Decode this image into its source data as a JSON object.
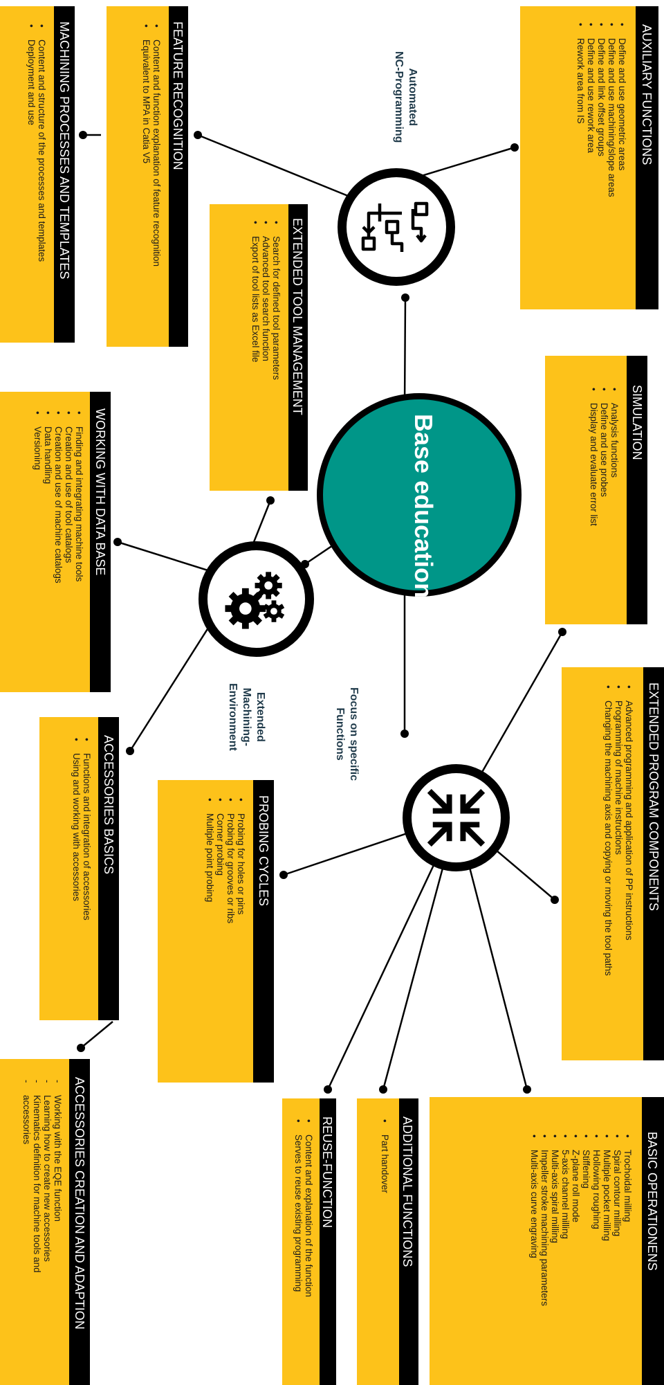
{
  "center": {
    "label": "Base education"
  },
  "hubs": {
    "automated": {
      "label_line1": "Automated",
      "label_line2": "NC-Programming",
      "icon": "flowchart-icon"
    },
    "extended_env": {
      "label_line1": "Extended",
      "label_line2": "Machining-",
      "label_line3": "Environment",
      "icon": "gears-icon"
    },
    "focus": {
      "label_line1": "Focus on specific",
      "label_line2": "Functions",
      "icon": "arrows-inward-icon"
    }
  },
  "boxes": {
    "auxiliary": {
      "title": "AUXILIARY FUNCTIONS",
      "items": [
        "Define and use geometric areas",
        "Define and use machining/slope areas",
        "Define and link offset groups",
        "Define and use rework area",
        "Rework area from IS"
      ]
    },
    "simulation": {
      "title": "SIMULATION",
      "items": [
        "Analysis functions",
        "Define and use probes",
        "Display and evaluate error list"
      ]
    },
    "ext_program": {
      "title": "EXTENDED PROGRAM COMPONENTS",
      "items": [
        "Advanced programming and application of PP instructions",
        "Programming of machine instructions",
        "Changing the machining axis and copying or moving the tool paths"
      ]
    },
    "basic_ops": {
      "title": "BASIC OPERATIONENS",
      "items": [
        "Trochoidal milling",
        "Spiral contour milling",
        "Multiple pocket milling",
        "Hollowing roughing",
        "Stiffening",
        "Z-plane roll mode",
        "5-axis channel milling",
        "Multi-axis spiral milling",
        "Impeller stroke machining parameters",
        "Multi-axis curve engraving"
      ]
    },
    "additional": {
      "title": "ADDITIONAL FUNCTIONS",
      "items": [
        "Part handover"
      ]
    },
    "reuse": {
      "title": "REUSE-FUNCTION",
      "items": [
        "Content and explanation of the function",
        "Serves to reuse existing programming"
      ]
    },
    "probing": {
      "title": "PROBING CYCLES",
      "items": [
        "Probing for holes or pins",
        "Probing for grooves or ribs",
        "Corner probing",
        "Multiple point probing"
      ]
    },
    "accessories_basics": {
      "title": "ACCESSORIES BASICS",
      "items": [
        "Functions and integration of accessories",
        "Using and working with accessories"
      ]
    },
    "accessories_creation": {
      "title": "ACCESSORIES CREATION AND ADAPTION",
      "items": [
        "Working with the EQE function",
        "Learning how to create new accessories",
        "Kinematics definition for machine tools and",
        "accessories"
      ]
    },
    "database": {
      "title": "WORKING WITH DATA BASE",
      "items": [
        "Finding and integrating machine tools",
        "Creation and use of tool catalogs",
        "Creation and use of machine catalogs",
        "Data handling",
        "Versioning"
      ]
    },
    "ext_tool": {
      "title": "EXTENDED TOOL MANAGEMENT",
      "items": [
        "Search for defined tool parameters",
        "Advanced tool search function",
        "Export of tool lists as Excel file"
      ]
    },
    "feature": {
      "title": "FEATURE RECOGNITION",
      "items": [
        "Content and function explanation of feature recognition",
        "Equivalent to MPA in Catia V5"
      ]
    },
    "machining": {
      "title": "MACHINING PROCESSES AND TEMPLATES",
      "items": [
        "Content and structure of the processes and templates",
        "Deployment and use"
      ]
    }
  },
  "colors": {
    "box": "#FDC21A",
    "header": "#000000",
    "center": "#009688",
    "hub_label": "#1f3a4a"
  }
}
